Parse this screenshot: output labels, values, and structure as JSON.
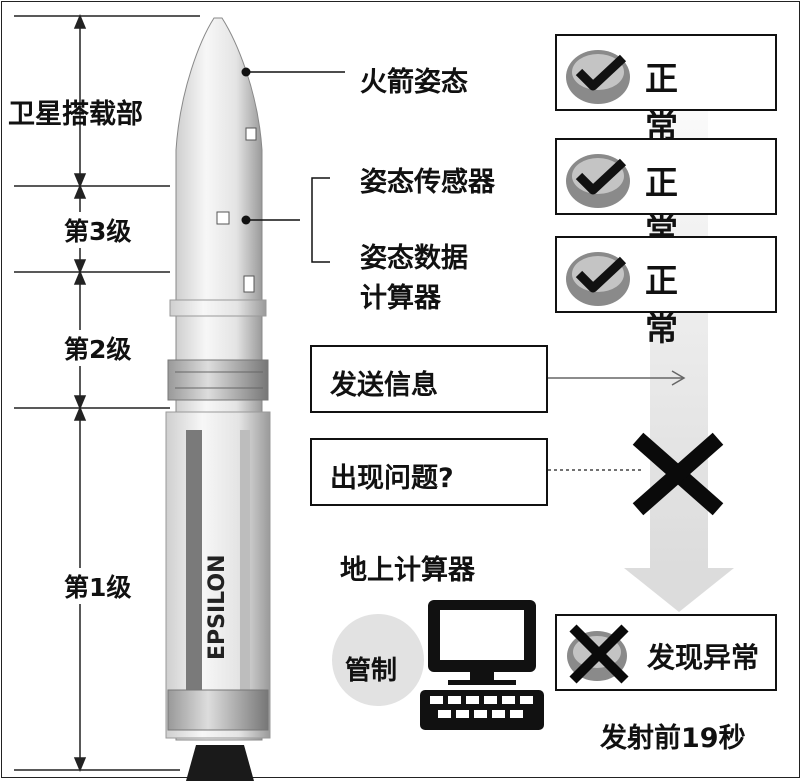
{
  "stages": {
    "payload": "卫星搭载部",
    "third": "第3级",
    "second": "第2级",
    "first": "第1级"
  },
  "rocket_brand": "EPSILON",
  "components": {
    "attitude": "火箭姿态",
    "sensor": "姿态传感器",
    "computer_line1": "姿态数据",
    "computer_line2": "计算器"
  },
  "status": {
    "normal_1": "正常",
    "normal_2": "正常",
    "normal_3": "正常",
    "abnormal": "发现异常"
  },
  "messages": {
    "send": "发送信息",
    "problem": "出现问题?"
  },
  "ground": {
    "title": "地上计算器",
    "control": "管制"
  },
  "timing": "发射前19秒",
  "colors": {
    "line": "#111111",
    "arrow_band": "#e6e6e6",
    "check_circle": "#8a8a8a"
  }
}
